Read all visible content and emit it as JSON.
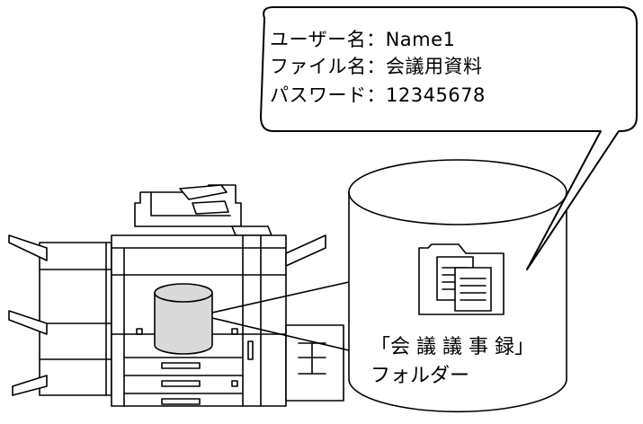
{
  "callout": {
    "user_line": "ユーザー名：Name1",
    "file_line": "ファイル名：会議用資料",
    "password_line": "パスワード：12345678"
  },
  "storage": {
    "folder_line1": "「会 議 議 事 録」",
    "folder_line2": "フォルダー"
  },
  "icons": {
    "folder": "folder-with-documents-icon",
    "storage": "storage-cylinder-icon",
    "device": "multifunction-printer-icon"
  },
  "colors": {
    "stroke": "#000000",
    "disk_fill": "#d9d9d9",
    "background": "#ffffff"
  }
}
